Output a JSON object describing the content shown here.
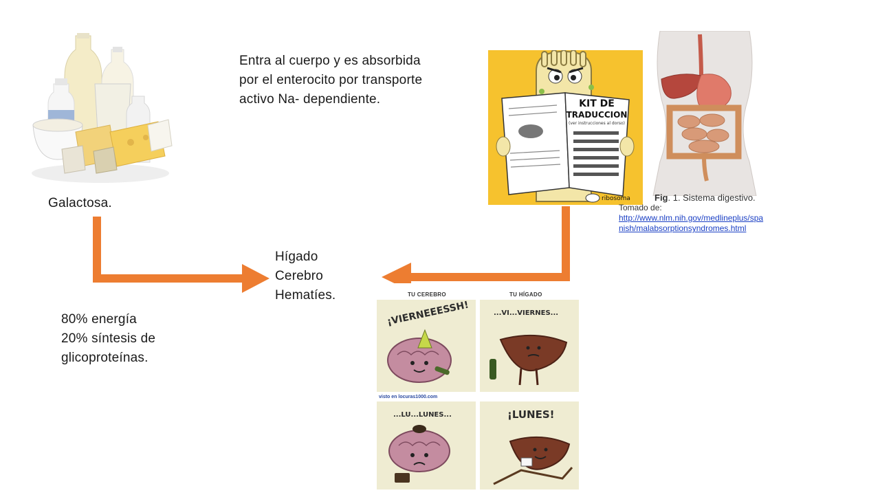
{
  "labels": {
    "galactosa": "Galactosa.",
    "absorption": [
      "Entra al cuerpo y es absorbida",
      "por el enterocito por transporte",
      "activo Na- dependiente."
    ],
    "organs": [
      "Hígado",
      "Cerebro",
      "Hematíes."
    ],
    "usage": [
      "80% energía",
      "20% síntesis de",
      "glicoproteínas."
    ]
  },
  "cell_comic": {
    "title_line1": "KIT DE",
    "title_line2": "TRADUCCION",
    "subtitle": "(ver instrucciones al dorso)",
    "brand": "ribosoma"
  },
  "figure": {
    "caption_bold": "Fig",
    "caption_rest": ". 1. Sistema digestivo.",
    "source_prefix": "Tomado de:",
    "url_line1": "http://www.nlm.nih.gov/medlineplus/spa",
    "url_line2": "nish/malabsorptionsyndromes.html"
  },
  "comic": {
    "panel1_title": "TU CEREBRO",
    "panel2_title": "TU HÍGADO",
    "panel1_text": "¡VIERNEEESSH!",
    "panel2_text": "...VI...VIERNES...",
    "panel3_text": "...LU...LUNES...",
    "panel4_text": "¡LUNES!",
    "watermark": "visto en locuras1000.com"
  },
  "colors": {
    "arrow": "#ed7d31",
    "cell_bg": "#f6c22e",
    "brain": "#c48ca0",
    "liver": "#7a3a26",
    "comic_bg": "#efecd2"
  }
}
